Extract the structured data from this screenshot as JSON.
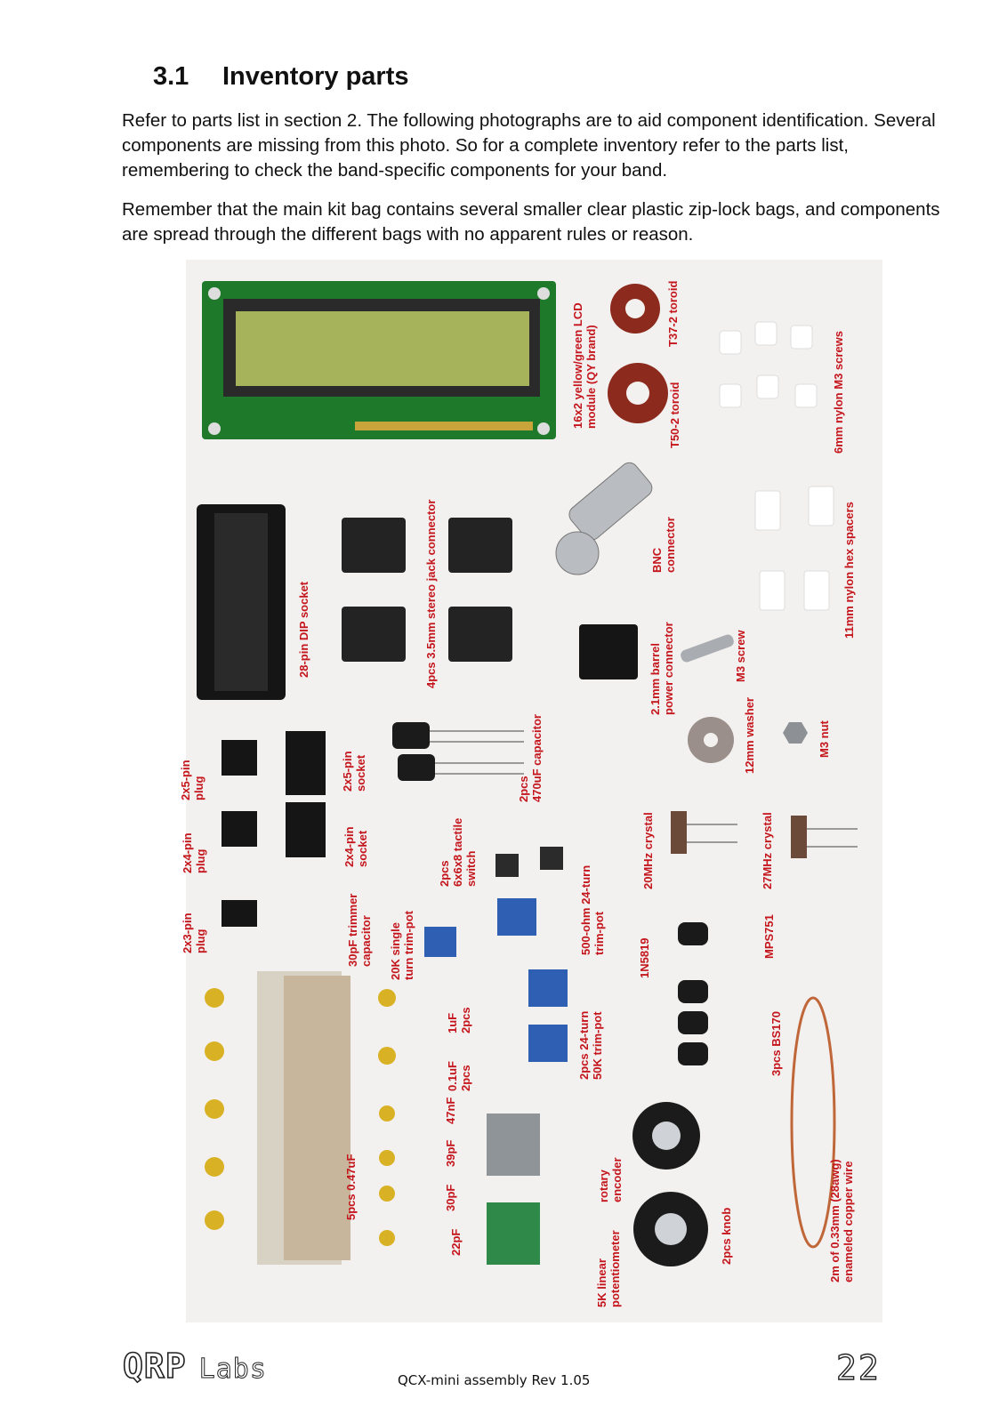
{
  "section": {
    "number": "3.1",
    "title": "Inventory parts"
  },
  "paragraphs": [
    "Refer to parts list in section 2. The following photographs are to aid component identification. Several components are missing from this photo. So for a complete inventory refer to the parts list, remembering to check the band-specific components for your band.",
    "Remember that the main kit bag contains several smaller clear plastic zip-lock bags, and components are spread through the different bags with no apparent rules or reason."
  ],
  "photo_labels": {
    "lcd": [
      "16x2 yellow/green LCD",
      "module (QY brand)"
    ],
    "t37": "T37-2 toroid",
    "t50": "T50-2 toroid",
    "m3_screws": "6mm nylon M3 screws",
    "dip": "28-pin DIP socket",
    "jack": "4pcs 3.5mm stereo jack connector",
    "bnc": [
      "BNC",
      "connector"
    ],
    "spacers": "11mm nylon hex spacers",
    "barrel": [
      "2.1mm barrel",
      "power connector"
    ],
    "m3_screw": "M3 screw",
    "washer": "12mm washer",
    "nut": "M3 nut",
    "plug25": [
      "2x5-pin",
      "plug"
    ],
    "socket25": [
      "2x5-pin",
      "socket"
    ],
    "cap470": [
      "2pcs",
      "470uF capacitor"
    ],
    "plug24": [
      "2x4-pin",
      "plug"
    ],
    "socket24": [
      "2x4-pin",
      "socket"
    ],
    "tactile": [
      "2pcs",
      "6x6x8 tactile",
      "switch"
    ],
    "xtal20": "20MHz crystal",
    "xtal27": "27MHz crystal",
    "plug23": [
      "2x3-pin",
      "plug"
    ],
    "trimcap": [
      "30pF trimmer",
      "capacitor"
    ],
    "pot20k": [
      "20K single",
      "turn trim-pot"
    ],
    "pot500": [
      "500-ohm 24-turn",
      "trim-pot"
    ],
    "diode": "1N5819",
    "mps": "MPS751",
    "c1uf": [
      "1uF",
      "2pcs"
    ],
    "c01uf": [
      "0.1uF",
      "2pcs"
    ],
    "pot50k": [
      "2pcs 24-turn",
      "50K trim-pot"
    ],
    "bs170": "3pcs BS170",
    "c047": "5pcs 0.47uF",
    "c47n": "47nF",
    "c39p": "39pF",
    "c30p": "30pF",
    "c22p": "22pF",
    "encoder": [
      "rotary",
      "encoder"
    ],
    "lin": [
      "5K linear",
      "potentiometer"
    ],
    "knob": "2pcs knob",
    "wire": [
      "2m of 0.33mm (28awg)",
      "enameled copper wire"
    ]
  },
  "footer": {
    "logo_main": "QRP",
    "logo_sub": "Labs",
    "doc_title": "QCX-mini assembly Rev 1.05",
    "page_number": "22"
  },
  "colors": {
    "label": "#c4151c",
    "pcb": "#1e7a2a",
    "lcd": "#a7b35a"
  }
}
